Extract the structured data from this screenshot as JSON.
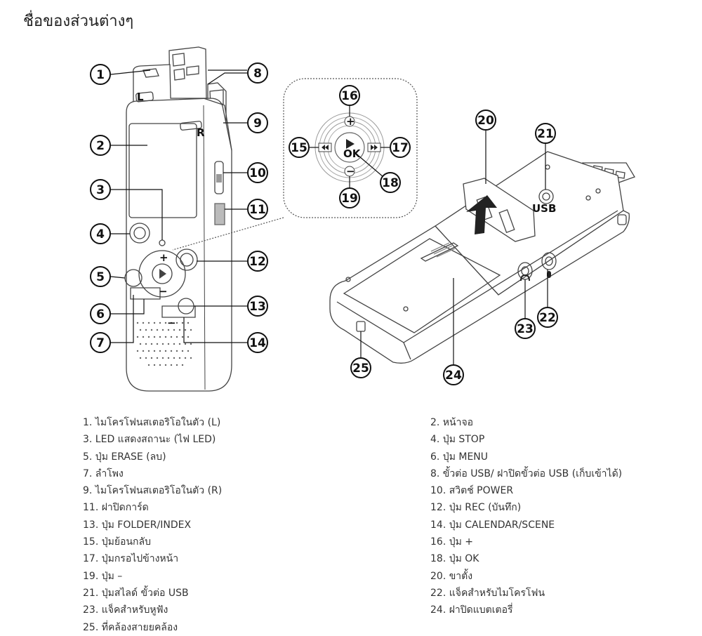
{
  "title": "ชื่อของส่วนต่างๆ",
  "device_markings": {
    "mic_left": "L",
    "mic_right": "R",
    "plus": "+",
    "minus": "−",
    "ok": "OK",
    "usb": "USB"
  },
  "callouts": [
    "1",
    "2",
    "3",
    "4",
    "5",
    "6",
    "7",
    "8",
    "9",
    "10",
    "11",
    "12",
    "13",
    "14",
    "15",
    "16",
    "17",
    "18",
    "19",
    "20",
    "21",
    "22",
    "23",
    "24",
    "25"
  ],
  "legend": [
    "1. ไมโครโฟนสเตอริโอในตัว (L)",
    "2. หน้าจอ",
    "3. LED แสดงสถานะ (ไฟ LED)",
    "4. ปุ่ม STOP",
    "5. ปุ่ม ERASE (ลบ)",
    "6. ปุ่ม MENU",
    "7. ลำโพง",
    "8. ขั้วต่อ USB/ ฝาปิดขั้วต่อ USB (เก็บเข้าได้)",
    "9. ไมโครโฟนสเตอริโอในตัว (R)",
    "10. สวิตช์ POWER",
    "11. ฝาปิดการ์ด",
    "12. ปุ่ม REC (บันทึก)",
    "13. ปุ่ม FOLDER/INDEX",
    "14. ปุ่ม CALENDAR/SCENE",
    "15. ปุ่มย้อนกลับ",
    "16. ปุ่ม +",
    "17. ปุ่มกรอไปข้างหน้า",
    "18. ปุ่ม OK",
    "19. ปุ่ม –",
    "20. ขาตั้ง",
    "21. ปุ่มสไลด์ ขั้วต่อ USB",
    "22. แจ็คสำหรับไมโครโฟน",
    "23. แจ็คสำหรับหูฟัง",
    "24. ฝาปิดแบตเตอรี่",
    "25. ที่คล้องสายยคล้อง"
  ]
}
